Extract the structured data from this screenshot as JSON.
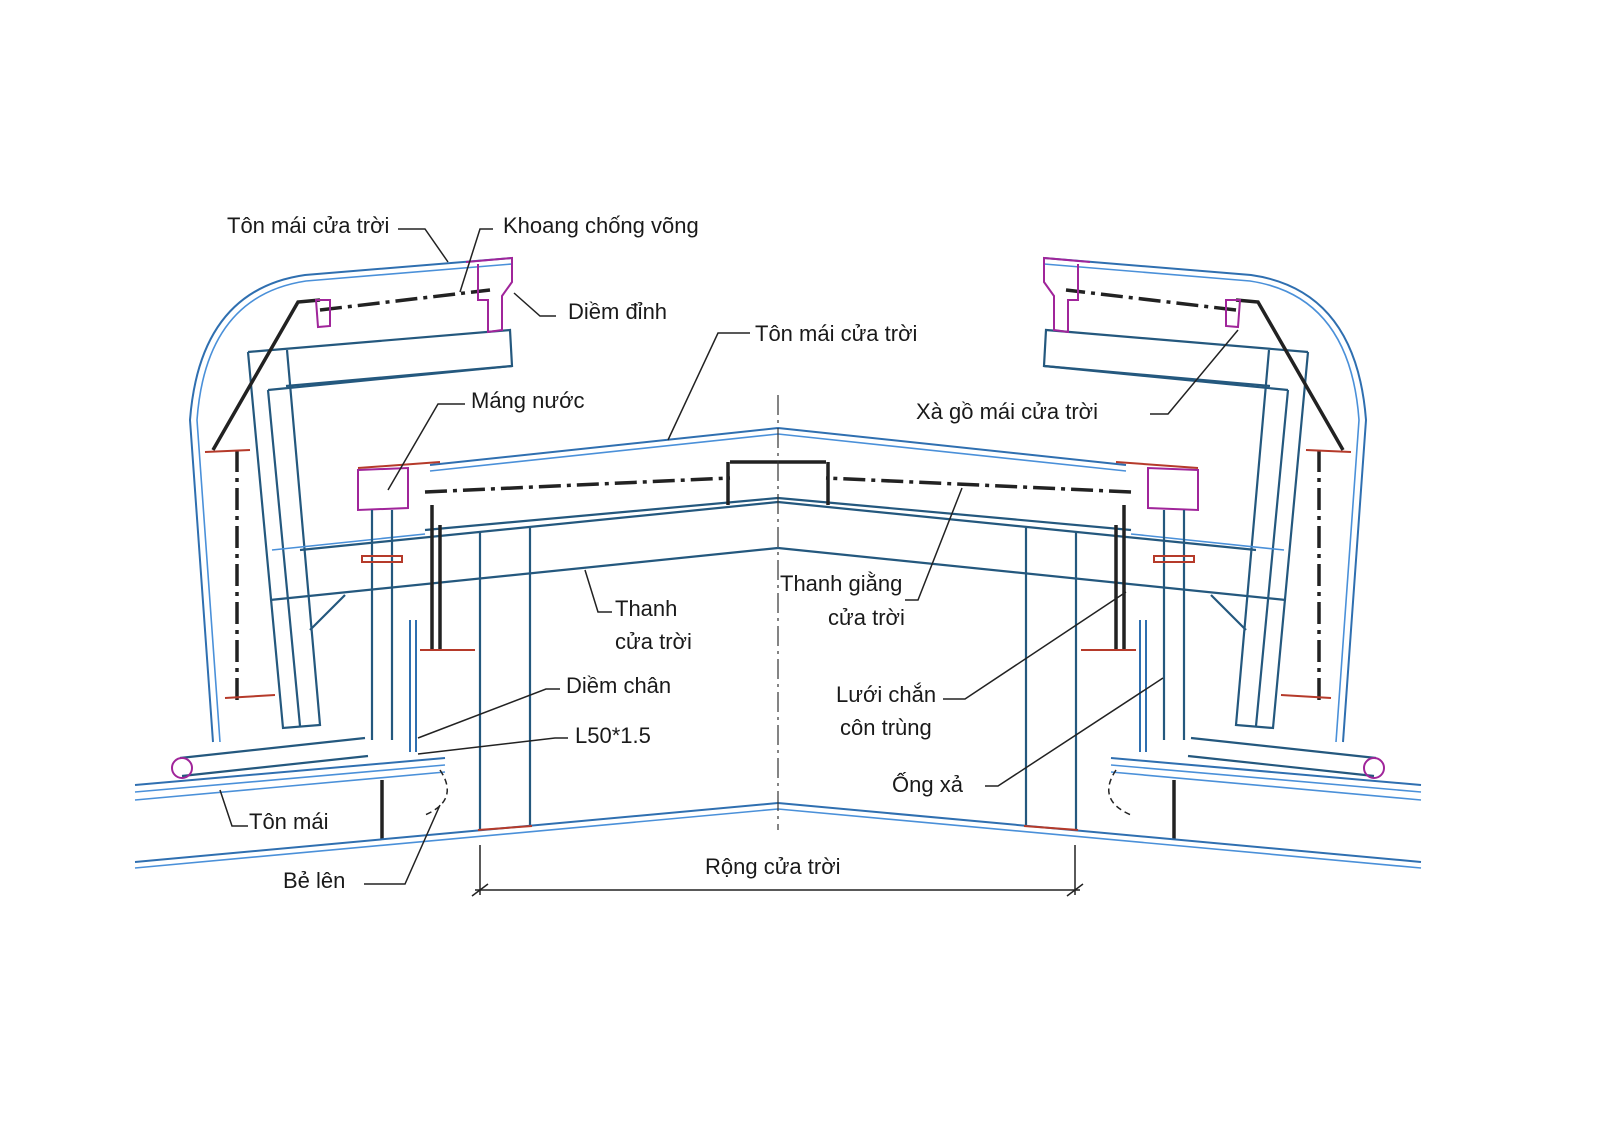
{
  "labels": {
    "skylight_roof_sheet_left": "Tôn mái cửa trời",
    "anti_sag_bay": "Khoang chống võng",
    "top_flashing": "Diềm đỉnh",
    "skylight_roof_sheet_center": "Tôn mái cửa trời",
    "gutter": "Máng nước",
    "skylight_purlin": "Xà gồ mái cửa trời",
    "skylight_bar_line1": "Thanh",
    "skylight_bar_line2": "cửa trời",
    "skylight_brace_line1": "Thanh giằng",
    "skylight_brace_line2": "cửa trời",
    "base_flashing": "Diềm chân",
    "angle_size": "L50*1.5",
    "insect_screen_line1": "Lưới chắn",
    "insect_screen_line2": "côn trùng",
    "roof_sheet": "Tôn mái",
    "drain_pipe": "Ống xả",
    "bend_up": "Bẻ lên",
    "skylight_width": "Rộng cửa trời"
  },
  "colors": {
    "sheet": "#2f6fb0",
    "steel": "#24587e",
    "flashing": "#a0259a",
    "bolt": "#b53a2a",
    "bracing": "#222222"
  }
}
